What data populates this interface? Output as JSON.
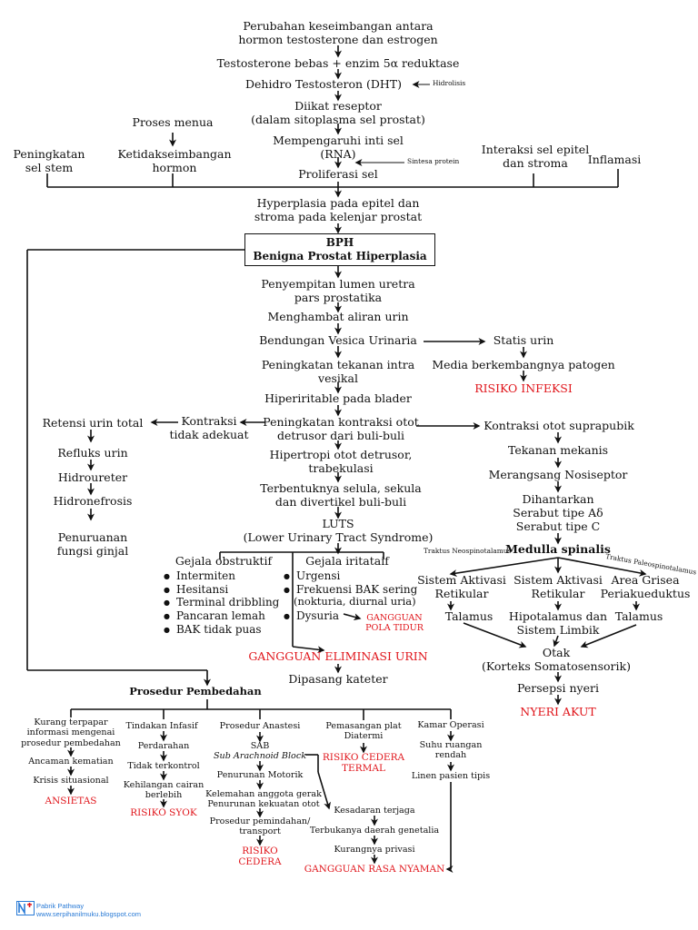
{
  "top_chain": {
    "n1": "Perubahan keseimbangan antara",
    "n1b": "hormon testosterone dan estrogen",
    "n2": "Testosterone bebas + enzim 5α reduktase",
    "n3": "Dehidro Testosteron (DHT)",
    "hidrolisis": "Hidrolisis",
    "n4": "Diikat reseptor",
    "n4b": "(dalam sitoplasma sel prostat)",
    "n5": "Mempengaruhi inti sel",
    "n5b": "(RNA)",
    "sintesa": "Sintesa protein",
    "n6": "Proliferasi sel"
  },
  "side_factors": {
    "proses_menua": "Proses menua",
    "ketidak": "Ketidakseimbangan",
    "hormon": "hormon",
    "stem1": "Peningkatan",
    "stem2": "sel stem",
    "interaksi1": "Interaksi sel epitel",
    "interaksi2": "dan stroma",
    "inflamasi": "Inflamasi"
  },
  "hyperplasia": {
    "a": "Hyperplasia pada epitel dan",
    "b": "stroma pada kelenjar prostat"
  },
  "bph": {
    "title": "BPH",
    "subtitle": "Benigna Prostat Hiperplasia"
  },
  "center_chain": {
    "c1": "Penyempitan lumen uretra",
    "c1b": "pars prostatika",
    "c2": "Menghambat aliran urin",
    "c3": "Bendungan Vesica Urinaria",
    "c4": "Peningkatan tekanan intra",
    "c4b": "vesikal",
    "c5": "Hiperiritable pada blader",
    "c6": "Peningkatan kontraksi otot",
    "c6b": "detrusor dari buli-buli",
    "c7": "Hipertropi otot detrusor,",
    "c7b": "trabekulasi",
    "c8": "Terbentuknya selula, sekula",
    "c8b": "dan divertikel buli-buli",
    "luts": "LUTS",
    "lutsb": "(Lower Urinary Tract Syndrome)"
  },
  "infeksi": {
    "statis": "Statis urin",
    "media": "Media berkembangnya patogen",
    "dx": "RISIKO INFEKSI"
  },
  "left_chain": {
    "kontraksi1": "Kontraksi",
    "kontraksi2": "tidak adekuat",
    "retensi": "Retensi urin total",
    "refluks": "Refluks urin",
    "hidroureter": "Hidroureter",
    "hidronefrosis": "Hidronefrosis",
    "penurunan1": "Penuruanan",
    "penurunan2": "fungsi ginjal"
  },
  "nyeri": {
    "k1": "Kontraksi otot suprapubik",
    "k2": "Tekanan mekanis",
    "k3": "Merangsang Nosiseptor",
    "k4": "Dihantarkan",
    "k4b": "Serabut tipe Aδ",
    "k4c": "Serabut tipe C",
    "k5": "Medulla spinalis",
    "neo": "Traktus Neospinotalamus",
    "paleo": "Traktus Paleospinotalamus",
    "sa1a": "Sistem Aktivasi",
    "sa1b": "Retikular",
    "sa2a": "Sistem Aktivasi",
    "sa2b": "Retikular",
    "ag1": "Area Grisea",
    "ag2": "Periakueduktus",
    "talamus1": "Talamus",
    "hipo1": "Hipotalamus dan",
    "hipo2": "Sistem Limbik",
    "talamus2": "Talamus",
    "otak": "Otak",
    "otakb": "(Korteks Somatosensorik)",
    "persepsi": "Persepsi nyeri",
    "dx": "NYERI AKUT"
  },
  "gejala": {
    "obs_title": "Gejala obstruktif",
    "obstruktif": [
      "Intermiten",
      "Hesitansi",
      "Terminal dribbling",
      "Pancaran lemah",
      "BAK tidak puas"
    ],
    "irit_title": "Gejala iritataif",
    "iritatif": [
      "Urgensi",
      "Frekuensi BAK sering",
      "Dysuria"
    ],
    "noktur": "(nokturia, diurnal uria)",
    "tidur1": "GANGGUAN",
    "tidur2": "POLA TIDUR",
    "eliminasi": "GANGGUAN ELIMINASI URIN",
    "kateter": "Dipasang kateter"
  },
  "prosedur": {
    "title": "Prosedur Pembedahan",
    "col1": [
      "Kurang terpapar",
      "informasi mengenai",
      "prosedur pembedahan",
      "Ancaman kematian",
      "Krisis situasional"
    ],
    "col1_dx": "ANSIETAS",
    "col2": [
      "Tindakan Infasif",
      "Perdarahan",
      "Tidak terkontrol",
      "Kehilangan cairan",
      "berlebih"
    ],
    "col2_dx": "RISIKO SYOK",
    "col3": [
      "Prosedur Anastesi",
      "SAB",
      "Sub Arachnoid Block",
      "Penurunan Motorik",
      "Kelemahan anggota gerak",
      "Penurunan kekuatan otot",
      "Prosedur pemindahan/",
      "transport"
    ],
    "col3_dx1": "RISIKO",
    "col3_dx2": "CEDERA",
    "col4": [
      "Pemasangan plat",
      "Diatermi"
    ],
    "col4_dx1": "RISIKO CEDERA",
    "col4_dx2": "TERMAL",
    "col5": [
      "Kamar Operasi",
      "Suhu ruangan",
      "rendah",
      "Linen pasien tipis"
    ],
    "bottom": [
      "Kesadaran terjaga",
      "Terbukanya daerah genetalia",
      "Kurangnya privasi"
    ],
    "bottom_dx": "GANGGUAN RASA NYAMAN"
  },
  "footer": {
    "brand": "Pabrik Pathway",
    "url": "www.serpihanilmuku.blogspot.com"
  },
  "colors": {
    "diagnosis": "#e0151b",
    "footer": "#2a7bd6",
    "line": "#111111"
  }
}
